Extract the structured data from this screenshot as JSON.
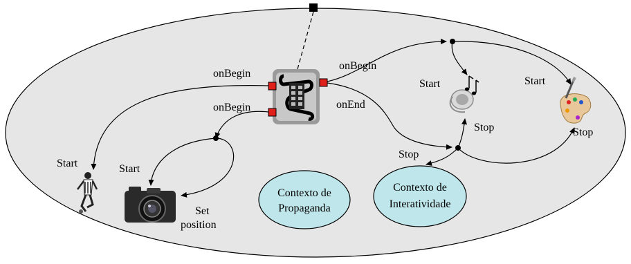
{
  "labels": {
    "onbegin_1": "onBegin",
    "onbegin_2": "onBegin",
    "onbegin_3": "onBegin",
    "onend": "onEnd",
    "start_player": "Start",
    "start_camera": "Start",
    "start_audio": "Start",
    "start_paint": "Start",
    "stop_audio": "Stop",
    "stop_paint": "Stop",
    "stop_context": "Stop",
    "set_position_1": "Set",
    "set_position_2": "position"
  },
  "contexts": {
    "propaganda_line1": "Contexto de",
    "propaganda_line2": "Propaganda",
    "interatividade_line1": "Contexto de",
    "interatividade_line2": "Interatividade"
  },
  "colors": {
    "ellipse_fill": "#e6e6e6",
    "context_fill": "#bfe6ea",
    "anchor_red": "#e0201b",
    "black": "#000000"
  },
  "icons": [
    "film-scroll-icon",
    "audio-speaker-icon",
    "paint-palette-icon",
    "soccer-player-icon",
    "camera-icon"
  ]
}
